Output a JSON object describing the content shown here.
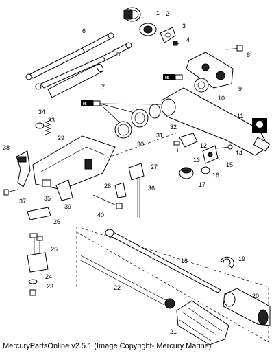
{
  "caption": "MercuryPartsOnline v2.5.1 (Image Copyright- Mercury Marine)",
  "badges": [
    "95",
    "95"
  ],
  "callouts": [
    "1",
    "2",
    "3",
    "4",
    "5",
    "6",
    "7",
    "8",
    "9",
    "10",
    "11",
    "12",
    "13",
    "14",
    "15",
    "16",
    "17",
    "18",
    "19",
    "20",
    "21",
    "22",
    "23",
    "24",
    "25",
    "26",
    "27",
    "28",
    "29",
    "30",
    "31",
    "32",
    "33",
    "34",
    "35",
    "36",
    "37",
    "38",
    "39",
    "40"
  ]
}
